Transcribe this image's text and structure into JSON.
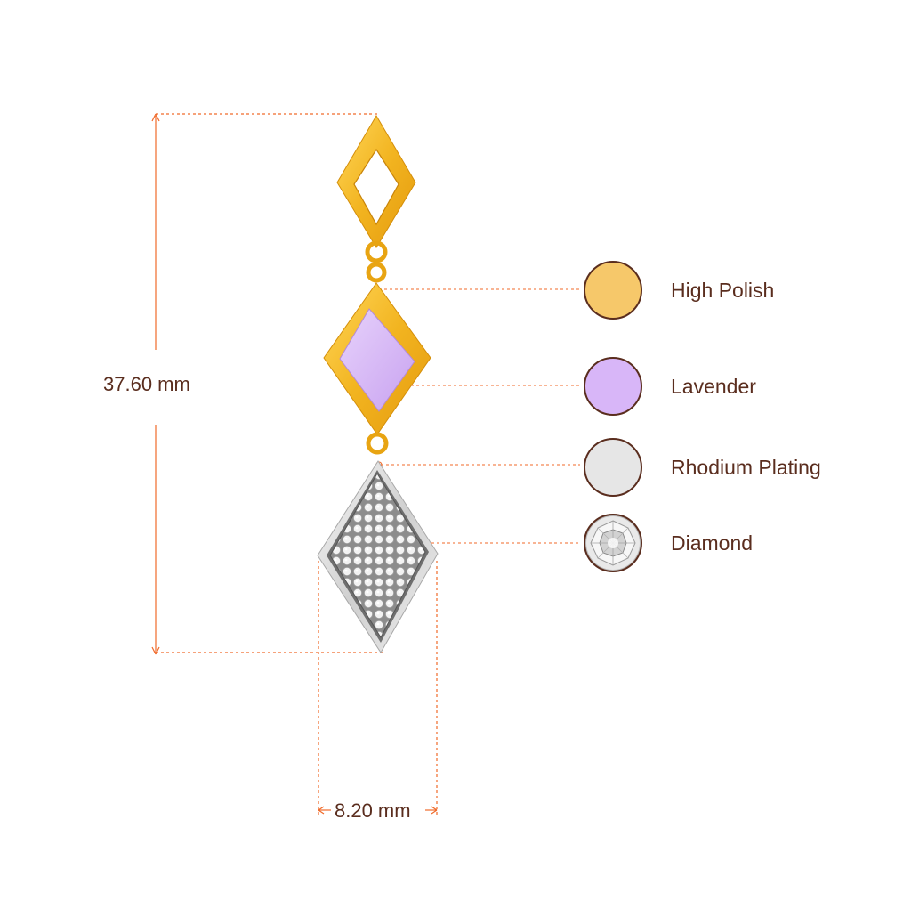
{
  "dimensions": {
    "height_label": "37.60 mm",
    "width_label": "8.20 mm"
  },
  "legend": [
    {
      "label": "High Polish",
      "color": "#f6c86a"
    },
    {
      "label": "Lavender",
      "color": "#d8b6f8"
    },
    {
      "label": "Rhodium Plating",
      "color": "#e6e6e6"
    },
    {
      "label": "Diamond",
      "color": "#d9d9d9"
    }
  ],
  "colors": {
    "dimension_line": "#f06a2a",
    "text": "#5a2d1e",
    "gold": "#f2b420",
    "gold_dark": "#e09a10",
    "lavender": "#d8b6f8",
    "silver": "#d8d8d8"
  }
}
